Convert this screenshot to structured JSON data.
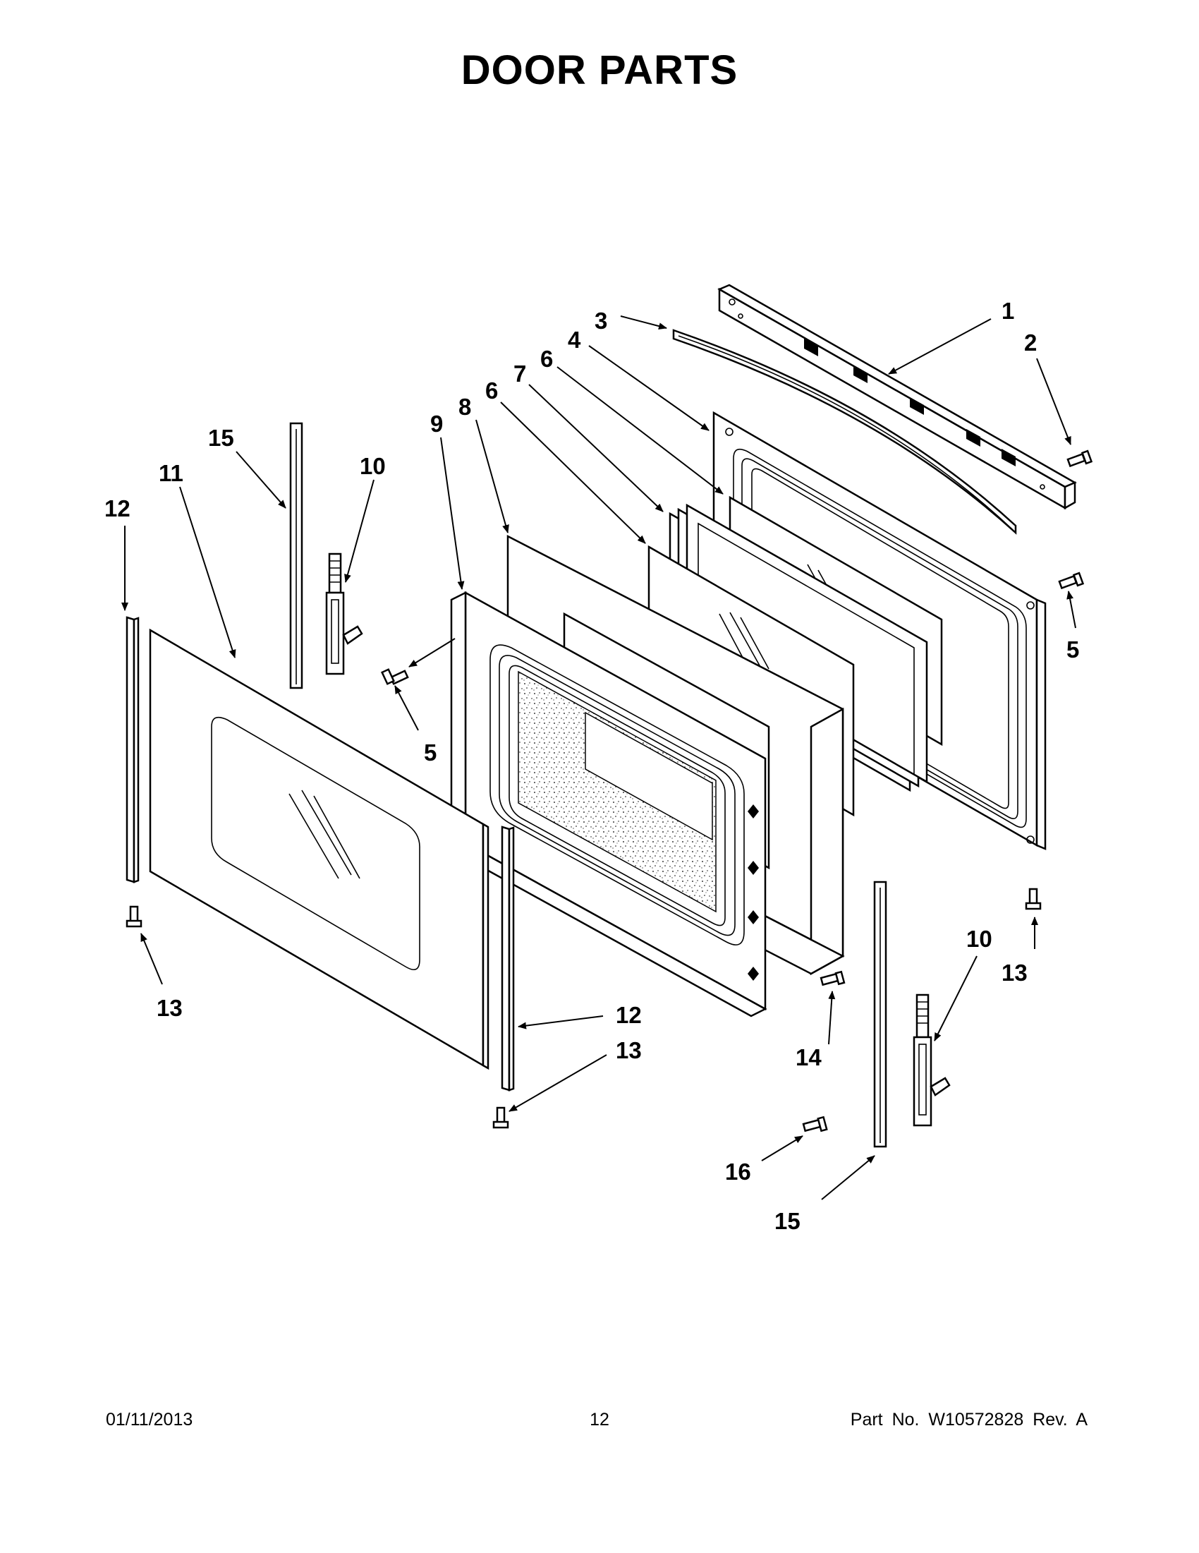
{
  "page": {
    "title": "DOOR PARTS",
    "footer_date": "01/11/2013",
    "footer_page": "12",
    "footer_part": "Part No.  W10572828  Rev.  A"
  },
  "callouts": [
    {
      "id": "c1",
      "label": "1"
    },
    {
      "id": "c2",
      "label": "2"
    },
    {
      "id": "c3",
      "label": "3"
    },
    {
      "id": "c4",
      "label": "4"
    },
    {
      "id": "c6a",
      "label": "6"
    },
    {
      "id": "c7",
      "label": "7"
    },
    {
      "id": "c6b",
      "label": "6"
    },
    {
      "id": "c8",
      "label": "8"
    },
    {
      "id": "c9",
      "label": "9"
    },
    {
      "id": "c15a",
      "label": "15"
    },
    {
      "id": "c10a",
      "label": "10"
    },
    {
      "id": "c11",
      "label": "11"
    },
    {
      "id": "c12a",
      "label": "12"
    },
    {
      "id": "c5a",
      "label": "5"
    },
    {
      "id": "c5b",
      "label": "5"
    },
    {
      "id": "c13a",
      "label": "13"
    },
    {
      "id": "c12b",
      "label": "12"
    },
    {
      "id": "c13b",
      "label": "13"
    },
    {
      "id": "c14",
      "label": "14"
    },
    {
      "id": "c10b",
      "label": "10"
    },
    {
      "id": "c13c",
      "label": "13"
    },
    {
      "id": "c16",
      "label": "16"
    },
    {
      "id": "c15b",
      "label": "15"
    }
  ]
}
